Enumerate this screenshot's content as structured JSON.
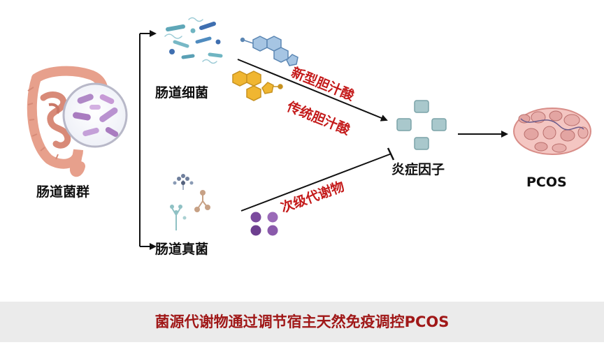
{
  "nodes": {
    "gut_flora": "肠道菌群",
    "gut_bacteria": "肠道细菌",
    "gut_fungi": "肠道真菌",
    "inflammatory_factors": "炎症因子",
    "pcos": "PCOS"
  },
  "metabolites": {
    "novel_bile_acid": "新型胆汁酸",
    "traditional_bile_acid": "传统胆汁酸",
    "secondary_metabolites": "次级代谢物"
  },
  "banner": {
    "text": "菌源代谢物通过调节宿主天然免疫调控PCOS"
  },
  "colors": {
    "accent_red": "#c41a1a",
    "banner_text": "#a01818",
    "banner_bg": "#ebebeb"
  },
  "icons": [
    "intestine-icon",
    "bacteria-cluster-icon",
    "fungi-icon",
    "steroid-molecule-icon",
    "purple-dots-icon",
    "cytokine-squares-icon",
    "ovary-icon"
  ]
}
